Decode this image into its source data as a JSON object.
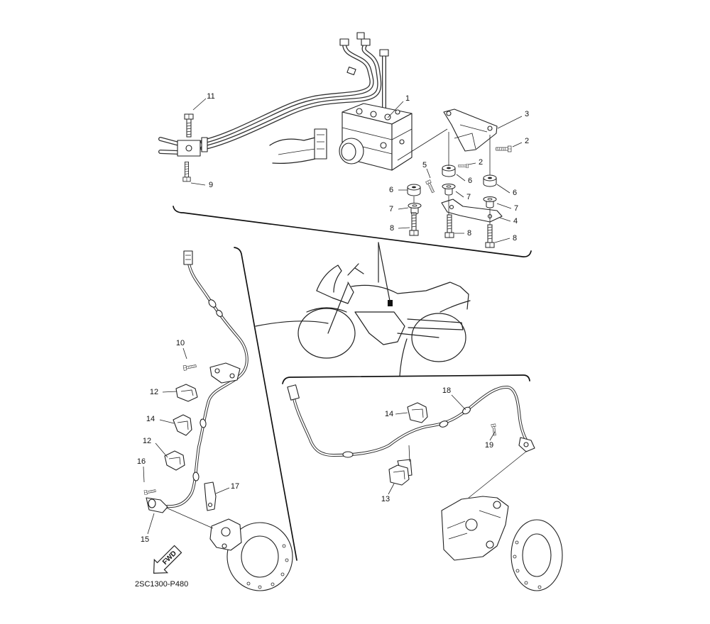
{
  "top_section": {
    "callouts": [
      "11",
      "1",
      "3",
      "2",
      "2",
      "5",
      "6",
      "6",
      "7",
      "6",
      "7",
      "7",
      "4",
      "8",
      "8",
      "8",
      "9"
    ]
  },
  "left_section": {
    "callouts": [
      "10",
      "12",
      "14",
      "12",
      "16",
      "17",
      "15"
    ],
    "fwd_label": "FWD"
  },
  "right_section": {
    "callouts": [
      "18",
      "14",
      "19",
      "13"
    ]
  },
  "diagram_code": "2SC1300-P480",
  "colors": {
    "line": "#222222",
    "background": "#ffffff"
  }
}
